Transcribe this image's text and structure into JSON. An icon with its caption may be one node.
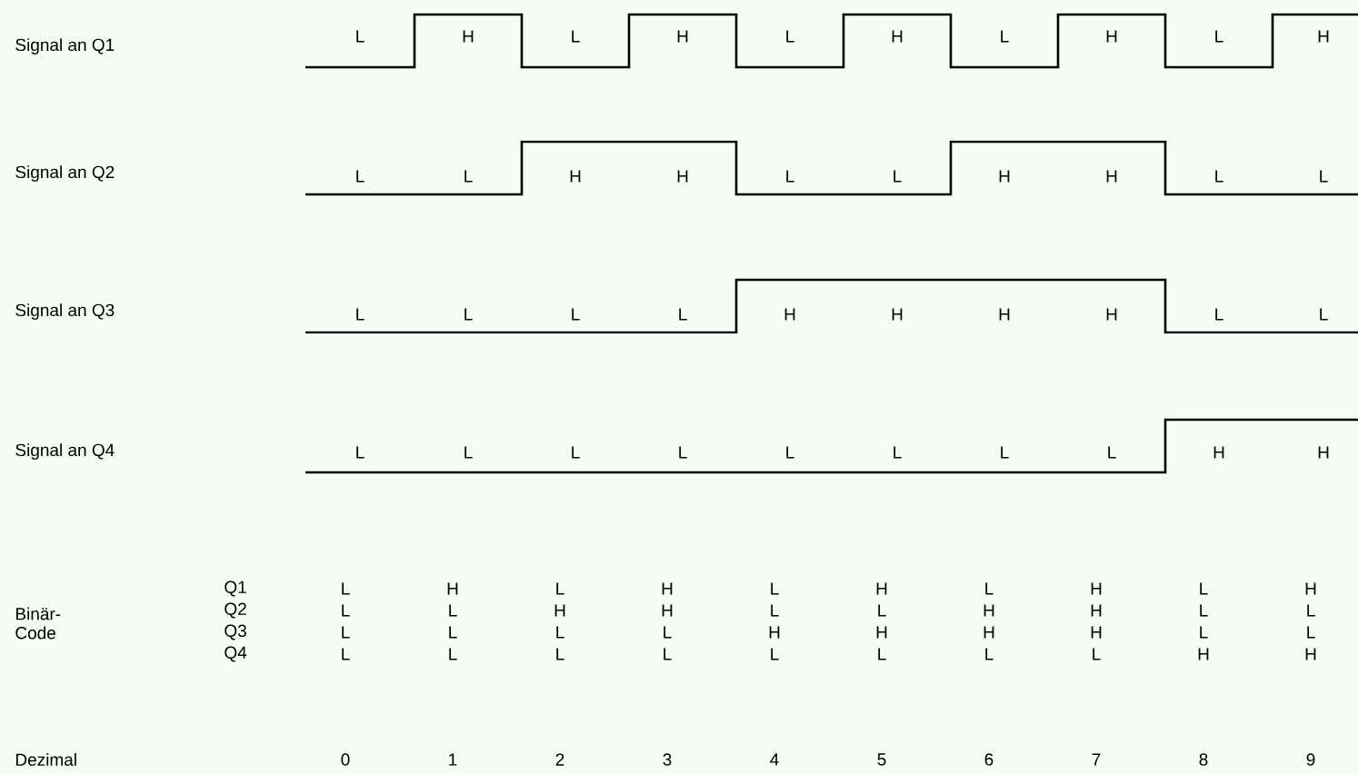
{
  "diagram": {
    "labels": [
      "Signal an Q1",
      "L",
      "H",
      "L",
      "H",
      "L",
      "H",
      "L",
      "H",
      "L",
      "H",
      "Signal an Q2",
      "L",
      "L",
      "H",
      "H",
      "L",
      "L",
      "H",
      "H",
      "L",
      "L",
      "Signal an Q3",
      "L",
      "L",
      "L",
      "L",
      "H",
      "H",
      "H",
      "H",
      "L",
      "L",
      "Signal an Q4",
      "L",
      "L",
      "L",
      "L",
      "L",
      "L",
      "L",
      "L",
      "H",
      "H",
      "Binär- Code",
      "Q1",
      "L",
      "H",
      "L",
      "H",
      "L",
      "H",
      "L",
      "H",
      "L",
      "H",
      "Q2",
      "L",
      "L",
      "H",
      "H",
      "L",
      "L",
      "H",
      "H",
      "L",
      "L",
      "Q3",
      "L",
      "L",
      "L",
      "L",
      "H",
      "H",
      "H",
      "H",
      "L",
      "L",
      "Q4",
      "L",
      "L",
      "L",
      "L",
      "L",
      "L",
      "L",
      "L",
      "H",
      "H",
      "Dezimal",
      "0",
      "1",
      "2",
      "3",
      "4",
      "5",
      "6",
      "7",
      "8",
      "9"
    ]
  }
}
